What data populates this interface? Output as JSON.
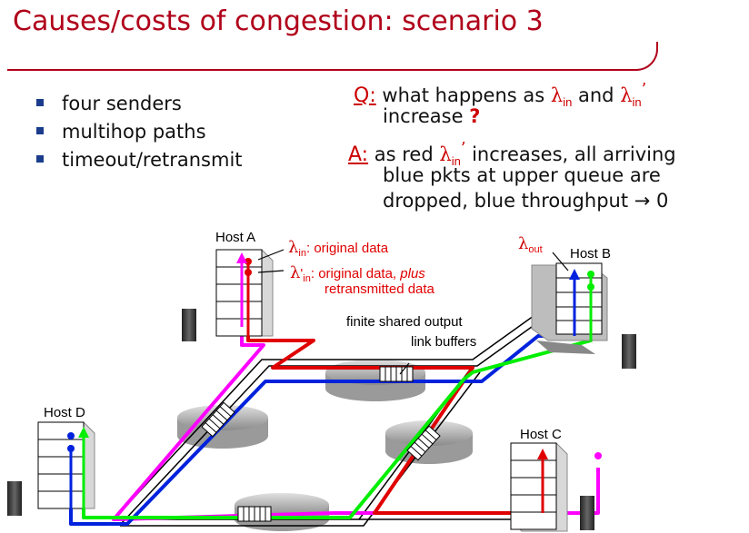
{
  "title": "Causes/costs of congestion: scenario 3",
  "bullets": [
    "four senders",
    "multihop paths",
    "timeout/retransmit"
  ],
  "question": {
    "key": "Q:",
    "line1_text": "what happens as",
    "lambda_in": "λ",
    "sub_in": "in",
    "and": "and",
    "prime": "’",
    "line2": "increase",
    "qmark": "?"
  },
  "answer": {
    "key": "A:",
    "line1_text": "as red",
    "line1_tail": "increases, all arriving",
    "line2": "blue pkts at upper queue are",
    "line3": "dropped, blue throughput → 0"
  },
  "diagram": {
    "host_a": "Host A",
    "host_b": "Host B",
    "host_c": "Host C",
    "host_d": "Host D",
    "lambda_in_label": ": original data",
    "lambda_in_prime_label_a": ": original data, ",
    "lambda_in_prime_label_plus": "plus",
    "lambda_in_prime_label_b": "retransmitted data",
    "lambda_out": "out",
    "buffer_label_1": "finite shared output",
    "buffer_label_2": "link buffers"
  },
  "colors": {
    "title": "#b0001a",
    "red_flow": "#e00000",
    "blue_flow": "#0022dd",
    "green_flow": "#00ee00",
    "magenta_flow": "#ff00ff"
  }
}
